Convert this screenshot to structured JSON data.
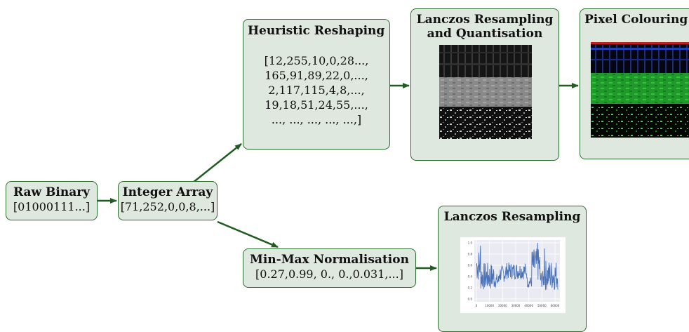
{
  "nodes": {
    "raw_binary": {
      "title": "Raw Binary",
      "body": "[01000111...]"
    },
    "integer_array": {
      "title": "Integer Array",
      "body": "[71,252,0,0,8,...]"
    },
    "heuristic_reshaping": {
      "title": "Heuristic Reshaping",
      "lines": [
        "[12,255,10,0,28...,",
        "165,91,89,22,0,...,",
        "2,117,115,4,8,...,",
        "19,18,51,24,55,...,",
        "..., ..., ..., ..., ...,]"
      ]
    },
    "lanczos_quant": {
      "title_line1": "Lanczos Resampling",
      "title_line2": "and Quantisation"
    },
    "pixel_colouring": {
      "title": "Pixel Colouring"
    },
    "minmax": {
      "title": "Min-Max Normalisation",
      "body": "[0.27,0.99, 0., 0.,0.031,...]"
    },
    "lanczos_resampling": {
      "title": "Lanczos Resampling"
    }
  },
  "plot": {
    "y_ticks": [
      "1.0",
      "0.8",
      "0.6",
      "0.4",
      "0.2",
      "0.0"
    ],
    "x_ticks": [
      "0",
      "10000",
      "20000",
      "30000",
      "40000",
      "50000",
      "60000"
    ]
  },
  "colors": {
    "node_fill": "#dfe8df",
    "edge": "#2e6b2e",
    "arrow": "#1f5c1f",
    "line": "#4a72b8"
  }
}
